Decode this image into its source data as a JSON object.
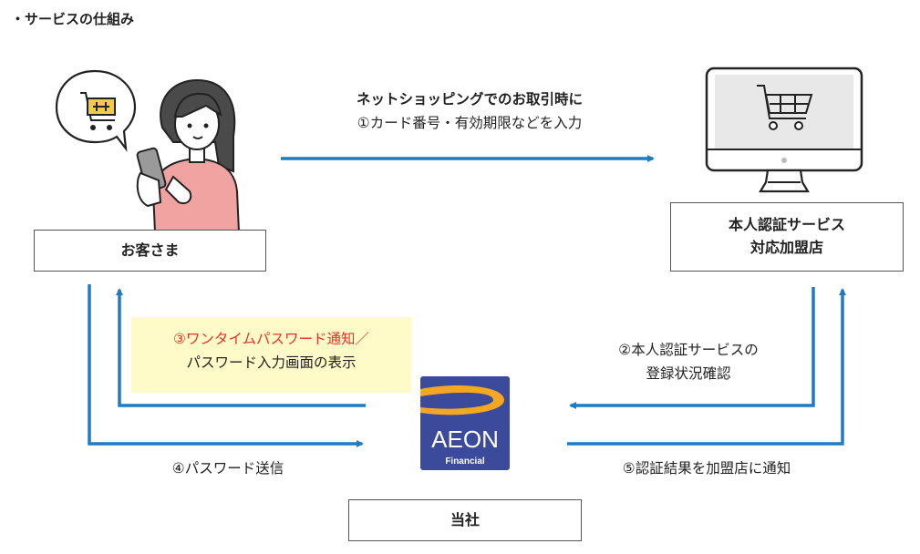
{
  "heading": "・サービスの仕組み",
  "colors": {
    "arrow": "#1f7bc4",
    "highlight_bg": "#fefbc8",
    "highlight_text": "#e8322a",
    "logo_bg": "#3b4a9a",
    "logo_swoosh": "#f5a623"
  },
  "nodes": {
    "customer": {
      "label": "お客さま",
      "icon": "woman-with-smartphone-illustration"
    },
    "merchant": {
      "label_line1": "本人認証サービス",
      "label_line2": "対応加盟店",
      "icon": "desktop-shopping-cart-illustration"
    },
    "company": {
      "label": "当社",
      "logo_text": "AEON",
      "logo_sub": "Financial"
    }
  },
  "steps": {
    "step1": {
      "line1": "ネットショッピングでのお取引時に",
      "line2": "①カード番号・有効期限などを入力"
    },
    "step2": {
      "line1": "②本人認証サービスの",
      "line2": "登録状況確認"
    },
    "step3": {
      "line1": "③ワンタイムパスワード通知／",
      "line2": "パスワード入力画面の表示"
    },
    "step4": {
      "line1": "④パスワード送信"
    },
    "step5": {
      "line1": "⑤認証結果を加盟店に通知"
    }
  }
}
